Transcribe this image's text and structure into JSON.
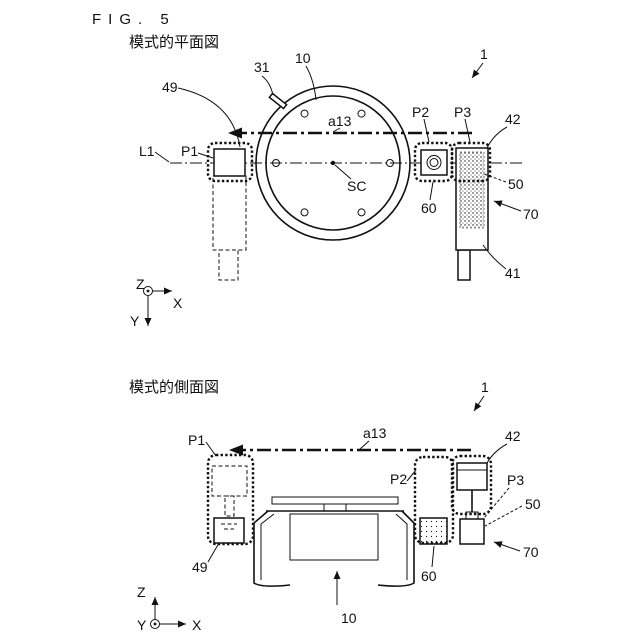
{
  "figure_label": "FIG. 5",
  "plan_view": {
    "title": "模式的平面図",
    "ref_1": "1",
    "ref_31": "31",
    "ref_10": "10",
    "ref_49": "49",
    "ref_a13": "a13",
    "ref_P2": "P2",
    "ref_P3": "P3",
    "ref_42": "42",
    "ref_L1": "L1",
    "ref_P1": "P1",
    "ref_SC": "SC",
    "ref_50": "50",
    "ref_60": "60",
    "ref_70": "70",
    "ref_41": "41",
    "axis_z": "Z",
    "axis_x": "X",
    "axis_y": "Y"
  },
  "side_view": {
    "title": "模式的側面図",
    "ref_1": "1",
    "ref_P1": "P1",
    "ref_a13": "a13",
    "ref_42": "42",
    "ref_P2": "P2",
    "ref_P3": "P3",
    "ref_50": "50",
    "ref_49": "49",
    "ref_60": "60",
    "ref_70": "70",
    "ref_10": "10",
    "axis_z": "Z",
    "axis_y": "Y",
    "axis_x": "X"
  }
}
